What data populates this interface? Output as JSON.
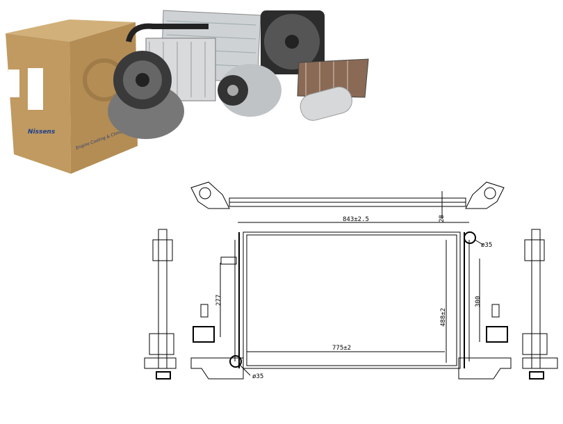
{
  "product_photo": {
    "box_brand": "Nissens",
    "box_tagline": "Engine Cooling & Climate",
    "items": [
      "box-icon",
      "blower-motor-icon",
      "evaporator-icon",
      "condenser-icon",
      "fan-icon",
      "compressor-icon",
      "heater-core-icon",
      "dryer-icon"
    ]
  },
  "drawing": {
    "dimensions": {
      "overall_width": "843±2.5",
      "top_offset": "28",
      "core_width": "775±2",
      "core_height": "488±2",
      "left_height": "277",
      "right_height": "300",
      "pipe_diameter_top": "ø35",
      "pipe_diameter_bottom": "ø35"
    }
  }
}
